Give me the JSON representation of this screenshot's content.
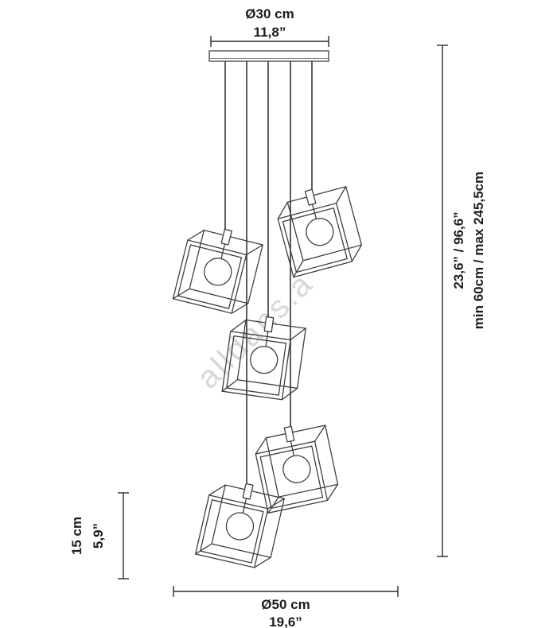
{
  "diagram": {
    "watermark": "alldans.a",
    "dimensions": {
      "canopy_diameter": {
        "metric": "Ø30 cm",
        "imperial": "11,8”"
      },
      "drop_height": {
        "metric": "min 60cm / max 245,5cm",
        "imperial": "23,6” / 96,6”"
      },
      "shade_height": {
        "metric": "15 cm",
        "imperial": "5,9”"
      },
      "overall_diameter": {
        "metric": "Ø50 cm",
        "imperial": "19,6”"
      }
    }
  }
}
